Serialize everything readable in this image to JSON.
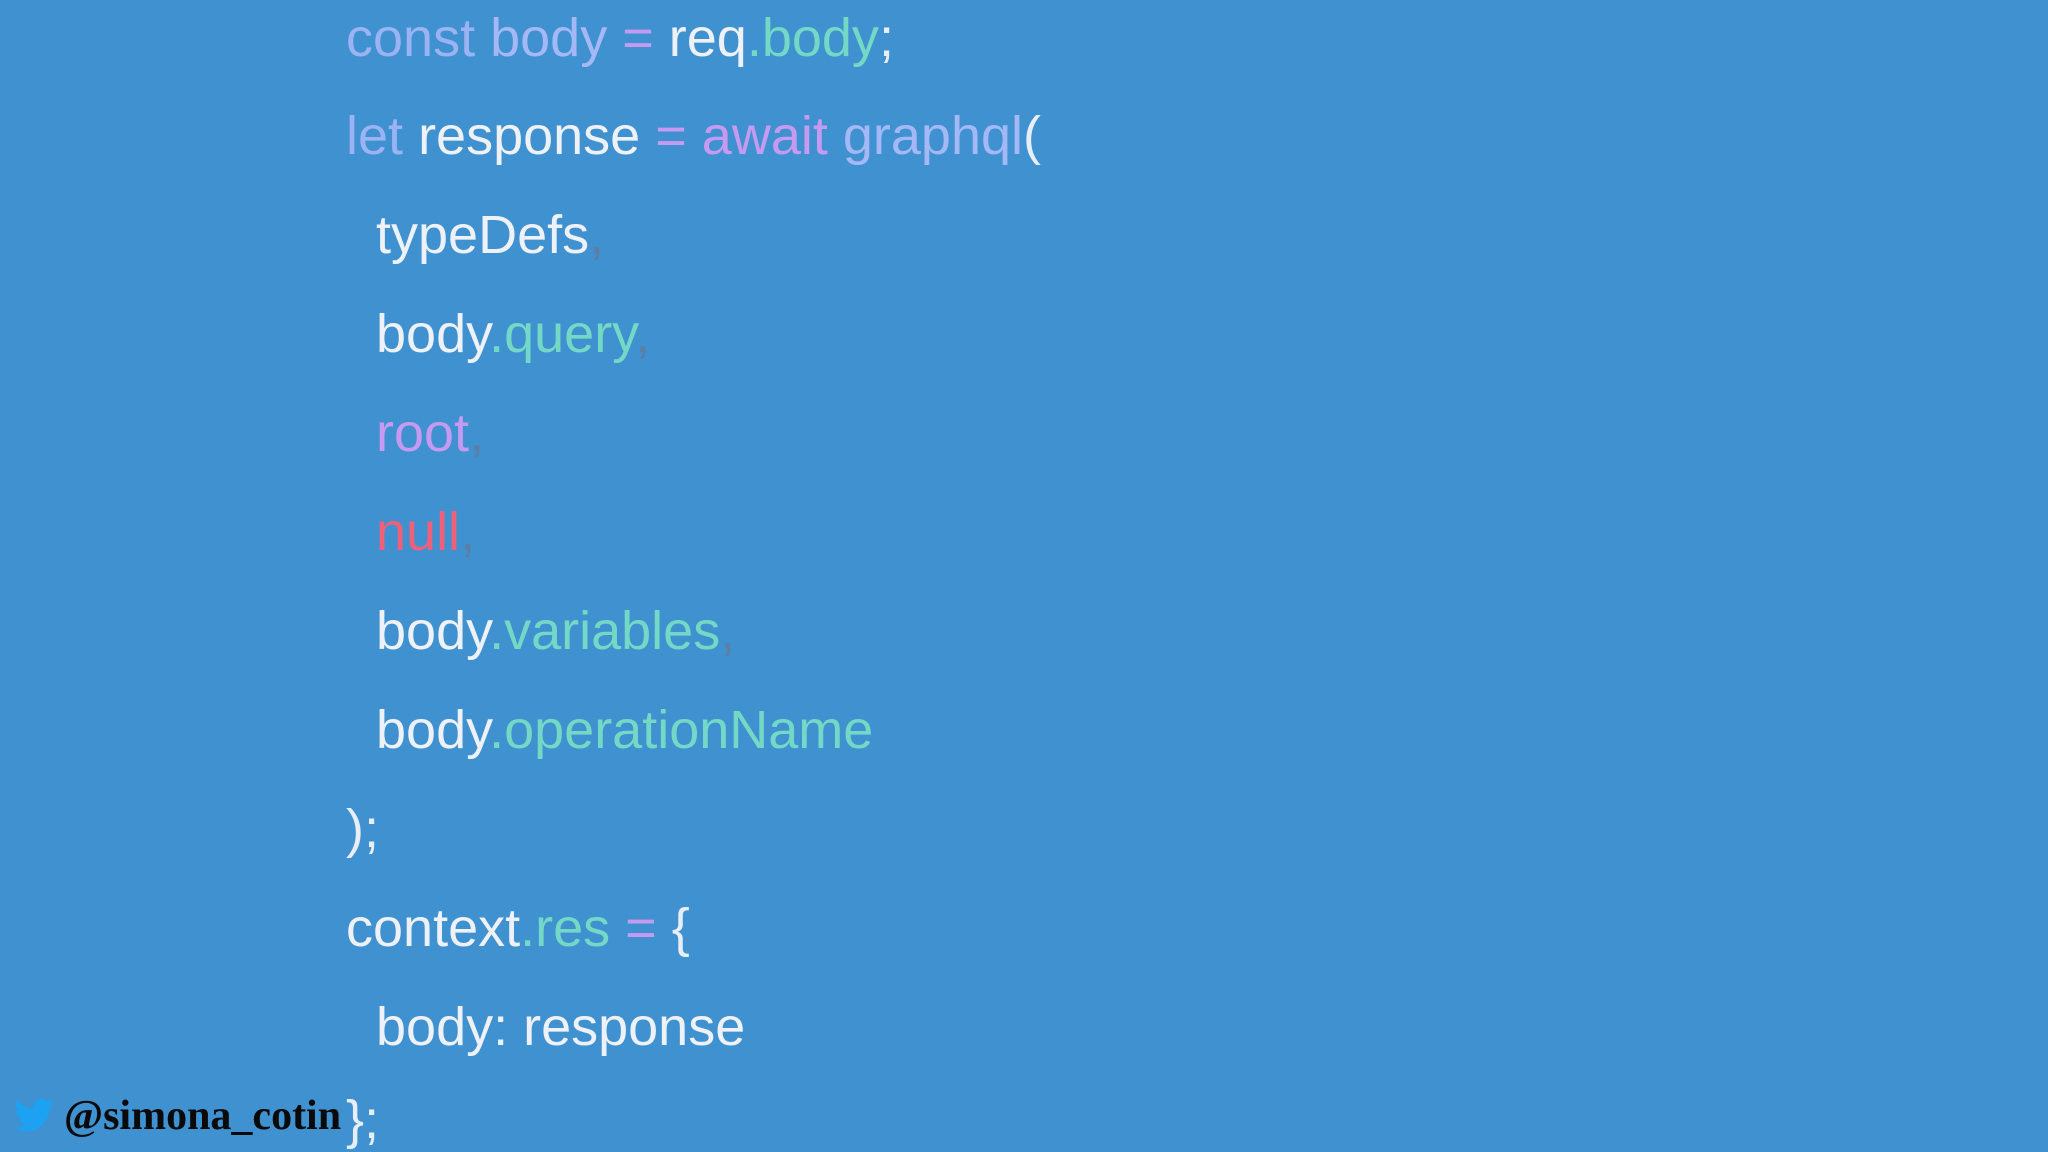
{
  "colors": {
    "background": "#3f91cf",
    "keyword": "#9bb3f2",
    "identifier": "#a4b8f6",
    "operator": "#c79af1",
    "property": "#74d8c6",
    "text": "#eef2f8",
    "null": "#f0607a",
    "twitter": "#1da1f2"
  },
  "code": {
    "l1": {
      "kw": "const",
      "ident": "body",
      "op": "=",
      "obj": "req",
      "prop": ".body",
      "end": ";"
    },
    "l2": {
      "kw": "let",
      "ident": "response",
      "op": "=",
      "await": "await",
      "fn": "graphql",
      "end": "("
    },
    "l3": {
      "text": "typeDefs",
      "comma": ","
    },
    "l4": {
      "obj": "body",
      "prop": ".query",
      "comma": ","
    },
    "l5": {
      "text": "root",
      "comma": ","
    },
    "l6": {
      "text": "null",
      "comma": ","
    },
    "l7": {
      "obj": "body",
      "prop": ".variables",
      "comma": ","
    },
    "l8": {
      "obj": "body",
      "prop": ".operationName"
    },
    "l9": {
      "text": ");"
    },
    "l10": {
      "obj": "context",
      "prop": ".res",
      "op": "=",
      "end": "{"
    },
    "l11": {
      "text": "body: response"
    },
    "l12": {
      "text": "};"
    }
  },
  "footer": {
    "icon": "twitter-bird-icon",
    "handle": "@simona_cotin"
  }
}
